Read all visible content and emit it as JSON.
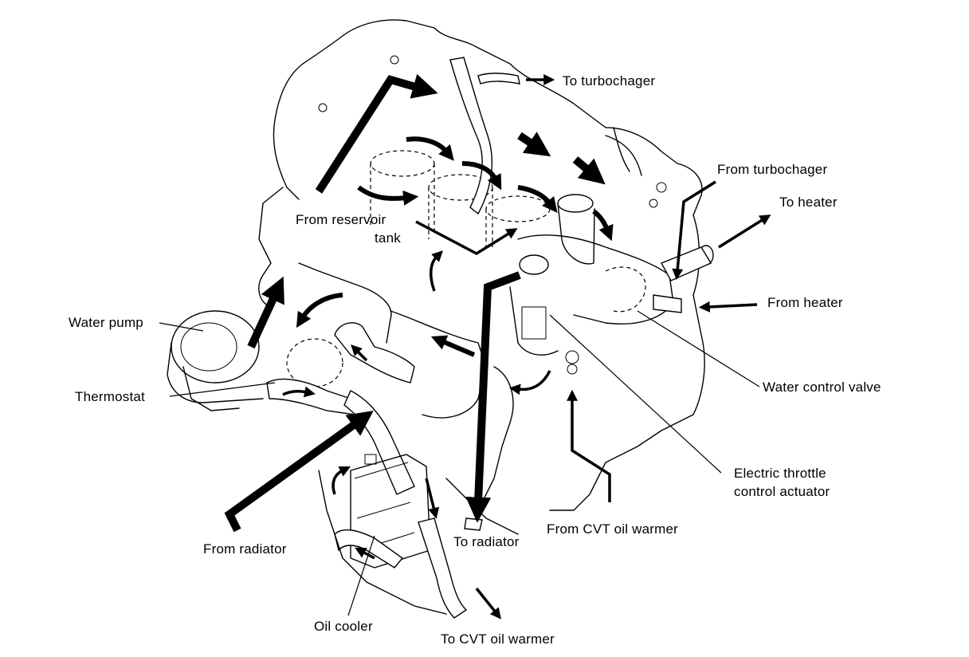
{
  "labels": {
    "to_turbocharger": "To turbochager",
    "from_turbocharger": "From turbochager",
    "to_heater": "To heater",
    "from_reservoir_line1": "From reservoir",
    "from_reservoir_line2": "tank",
    "from_heater": "From heater",
    "water_pump": "Water pump",
    "water_control_valve": "Water control valve",
    "thermostat": "Thermostat",
    "etc_actuator_line1": "Electric throttle",
    "etc_actuator_line2": "control actuator",
    "from_cvt_oil_warmer": "From CVT oil warmer",
    "to_radiator": "To radiator",
    "from_radiator": "From radiator",
    "oil_cooler": "Oil cooler",
    "to_cvt_oil_warmer": "To CVT oil warmer"
  }
}
